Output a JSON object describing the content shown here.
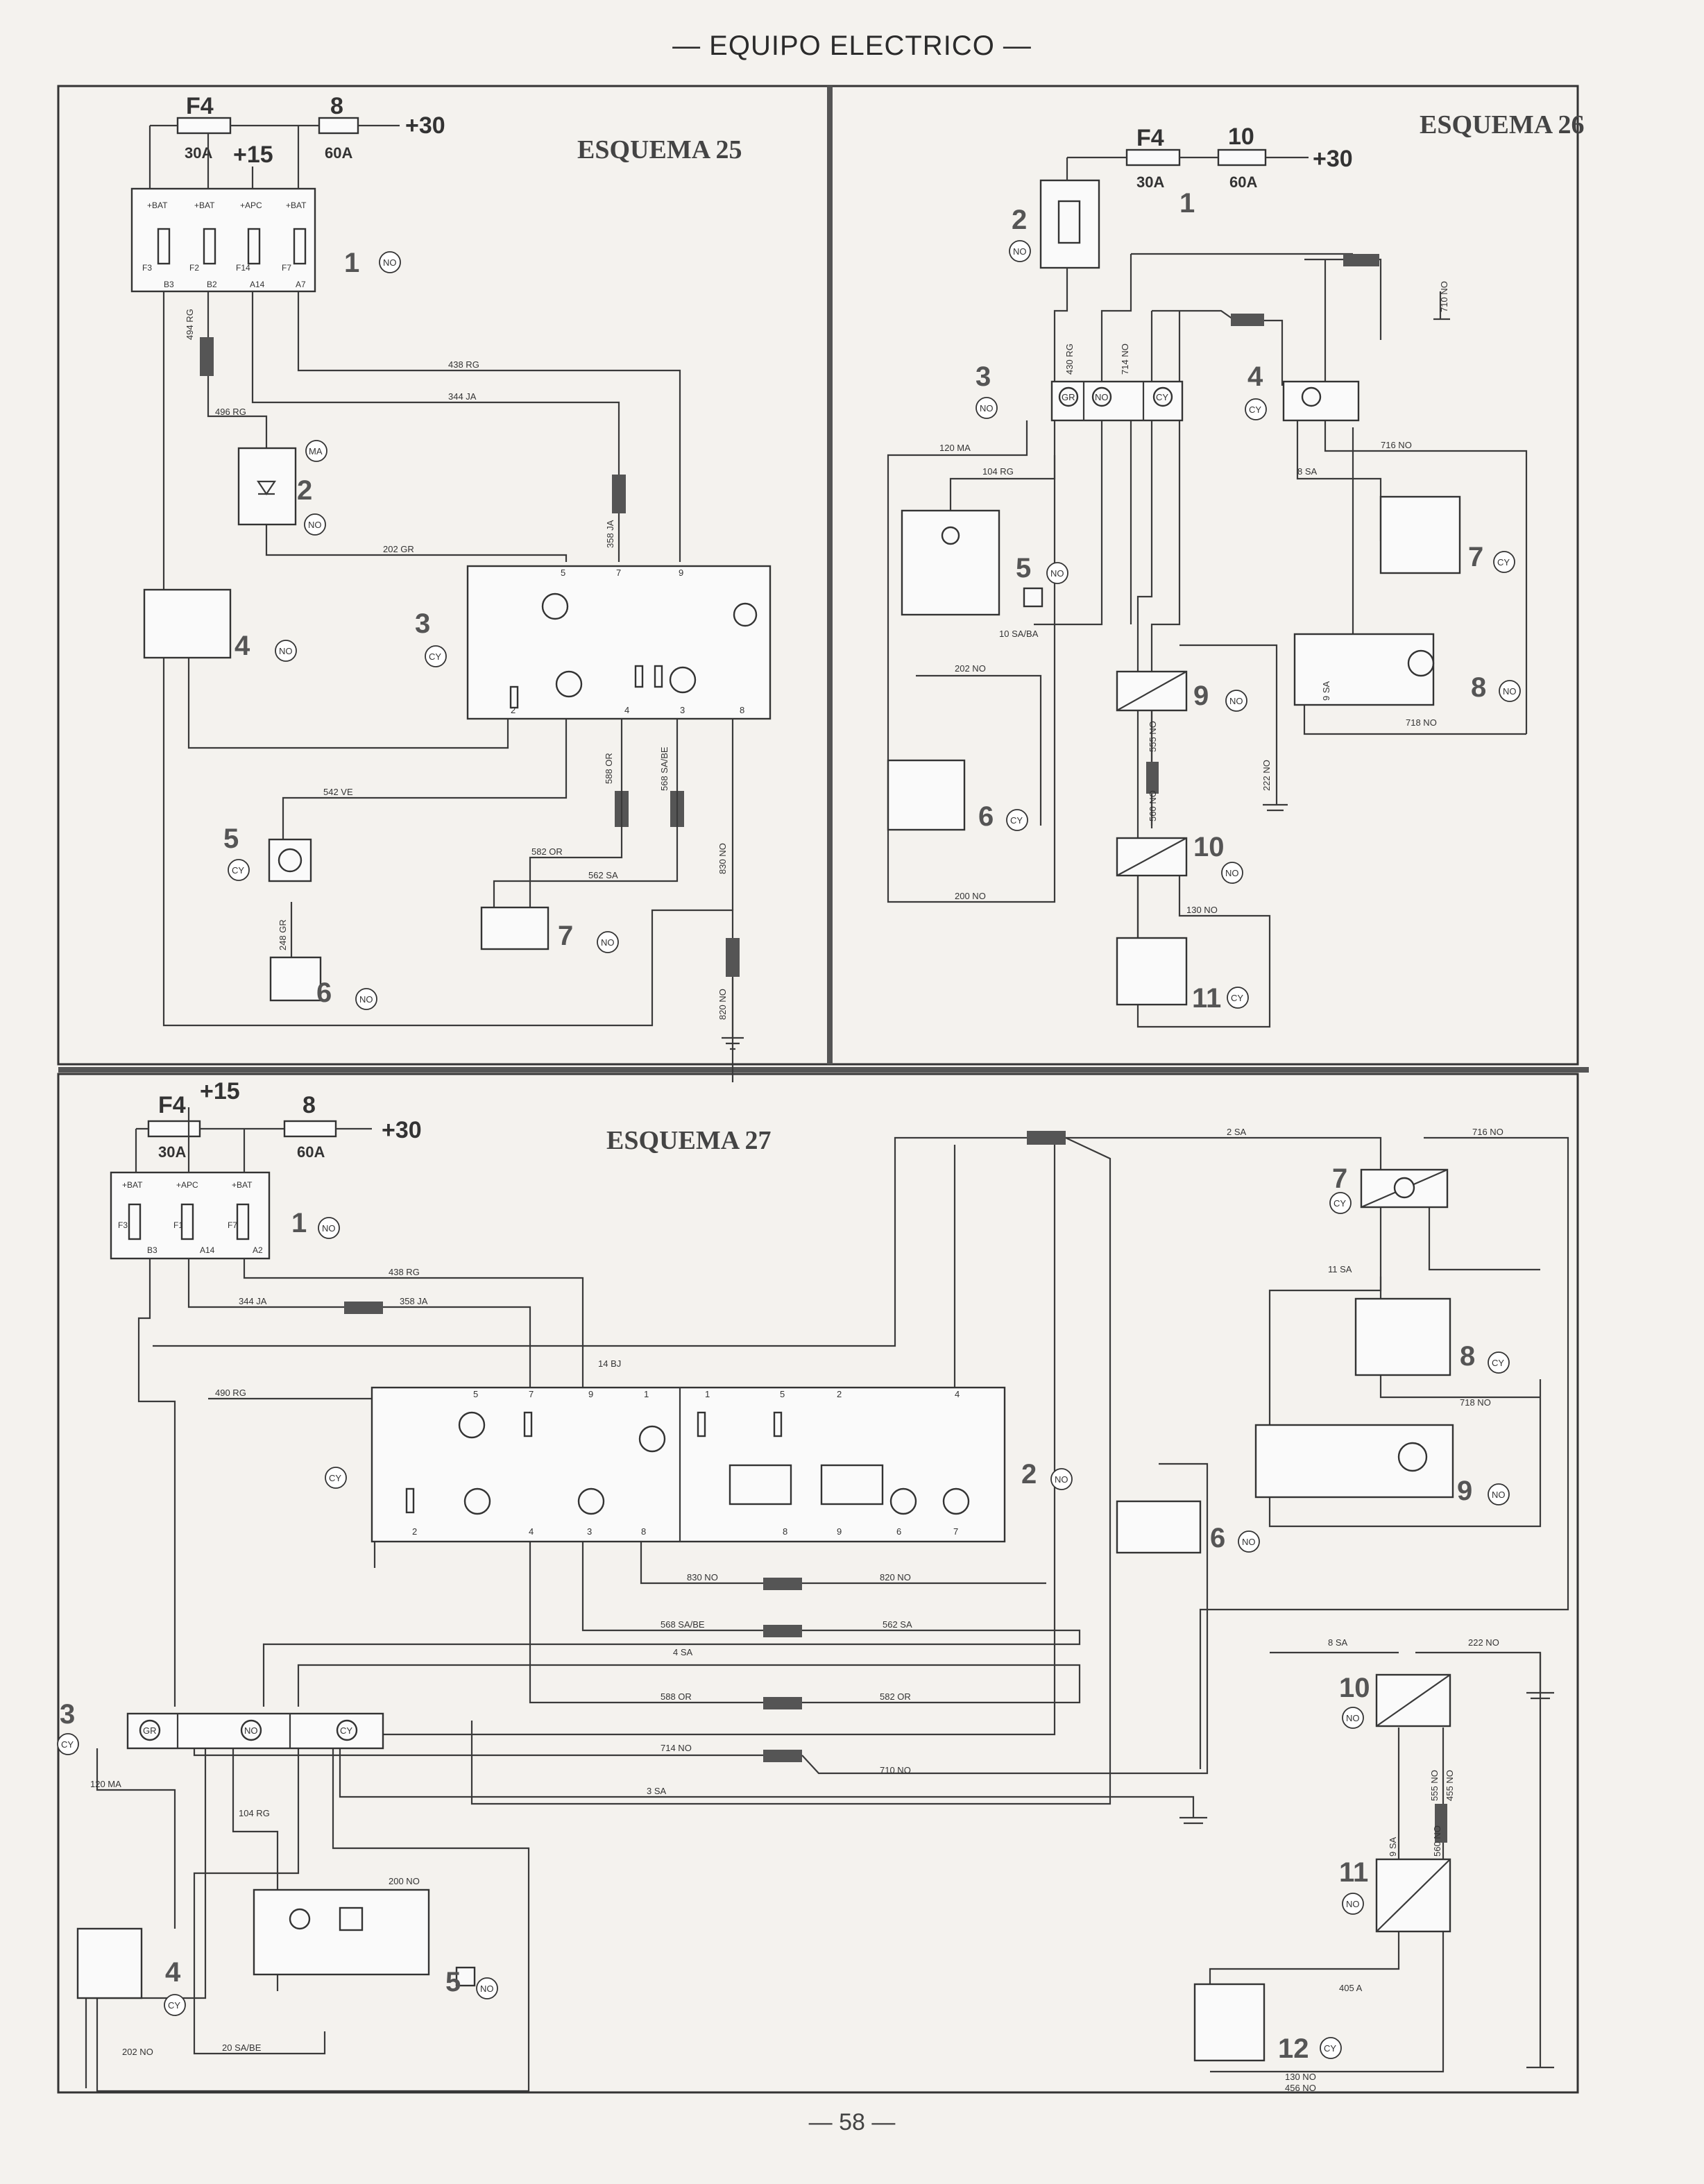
{
  "header": "— EQUIPO ELECTRICO —",
  "footer": "— 58 —",
  "esquema25": {
    "title": "ESQUEMA 25",
    "fuses": [
      "F4",
      "8"
    ],
    "ratings": [
      "30A",
      "60A"
    ],
    "supply": [
      "+15",
      "+30"
    ],
    "box_headers": [
      "+BAT",
      "+BAT",
      "+APC",
      "+BAT"
    ],
    "box_fuses": [
      "F3",
      "F2",
      "F14",
      "F7"
    ],
    "box_pins": [
      "B3",
      "B2",
      "A14",
      "A7"
    ],
    "wires": [
      "494 RG",
      "438 RG",
      "344 JA",
      "496 RG",
      "202 GR",
      "358 JA",
      "588 OR",
      "568 SA/BE",
      "542 VE",
      "582 OR",
      "562 SA",
      "830 NO",
      "820 NO",
      "248 GR"
    ],
    "components": [
      {
        "n": "1",
        "c": "NO"
      },
      {
        "n": "2",
        "c": "NO"
      },
      {
        "n": "3",
        "c": "CY"
      },
      {
        "n": "4",
        "c": "NO"
      },
      {
        "n": "5",
        "c": "CY"
      },
      {
        "n": "6",
        "c": "NO"
      },
      {
        "n": "7",
        "c": "NO"
      }
    ],
    "extra_badge": "MA"
  },
  "esquema26": {
    "title": "ESQUEMA 26",
    "fuses": [
      "F4",
      "10"
    ],
    "ratings": [
      "30A",
      "60A"
    ],
    "supply": "+30",
    "wires": [
      "120 MA",
      "104 RG",
      "202 NO",
      "200 NO",
      "716 NO",
      "8 SA",
      "10 SA/BA",
      "555 NO",
      "560 NO",
      "222 NO",
      "130 NO",
      "718 NO",
      "710 NO",
      "430 RG",
      "714 NO",
      "9 SA"
    ],
    "components": [
      {
        "n": "1",
        "c": ""
      },
      {
        "n": "2",
        "c": "NO"
      },
      {
        "n": "3",
        "c": "NO"
      },
      {
        "n": "4",
        "c": "CY"
      },
      {
        "n": "5",
        "c": "NO"
      },
      {
        "n": "6",
        "c": "CY"
      },
      {
        "n": "7",
        "c": "CY"
      },
      {
        "n": "8",
        "c": "NO"
      },
      {
        "n": "9",
        "c": "NO"
      },
      {
        "n": "10",
        "c": "NO"
      },
      {
        "n": "11",
        "c": "CY"
      }
    ],
    "connector_colors": [
      "GR",
      "NO",
      "CY"
    ]
  },
  "esquema27": {
    "title": "ESQUEMA 27",
    "fuses": [
      "F4",
      "8"
    ],
    "ratings": [
      "30A",
      "60A"
    ],
    "supply": [
      "+15",
      "+30"
    ],
    "box_headers": [
      "+BAT",
      "+APC",
      "+BAT"
    ],
    "box_fuses": [
      "F3",
      "F14",
      "F7"
    ],
    "box_pins": [
      "B3",
      "A14",
      "A2"
    ],
    "wires": [
      "438 RG",
      "344 JA",
      "358 JA",
      "14 BJ",
      "490 RG",
      "830 NO",
      "820 NO",
      "568 SA/BE",
      "562 SA",
      "4 SA",
      "588 OR",
      "582 OR",
      "714 NO",
      "710 NO",
      "3 SA",
      "120 MA",
      "104 RG",
      "200 NO",
      "202 NO",
      "20 SA/BE",
      "2 SA",
      "716 NO",
      "11 SA",
      "718 NO",
      "8 SA",
      "222 NO",
      "555 NO",
      "455 NO",
      "9 SA",
      "560 NO",
      "405 A",
      "130 NO",
      "456 NO"
    ],
    "components": [
      {
        "n": "1",
        "c": "NO"
      },
      {
        "n": "2",
        "c": "NO"
      },
      {
        "n": "3",
        "c": "CY"
      },
      {
        "n": "4",
        "c": "CY"
      },
      {
        "n": "5",
        "c": "NO"
      },
      {
        "n": "6",
        "c": "NO"
      },
      {
        "n": "7",
        "c": "CY"
      },
      {
        "n": "8",
        "c": "CY"
      },
      {
        "n": "9",
        "c": "NO"
      },
      {
        "n": "10",
        "c": "NO"
      },
      {
        "n": "11",
        "c": "NO"
      },
      {
        "n": "12",
        "c": "CY"
      }
    ],
    "module_badge": "CY",
    "connector_colors": [
      "GR",
      "NO",
      "CY"
    ]
  }
}
